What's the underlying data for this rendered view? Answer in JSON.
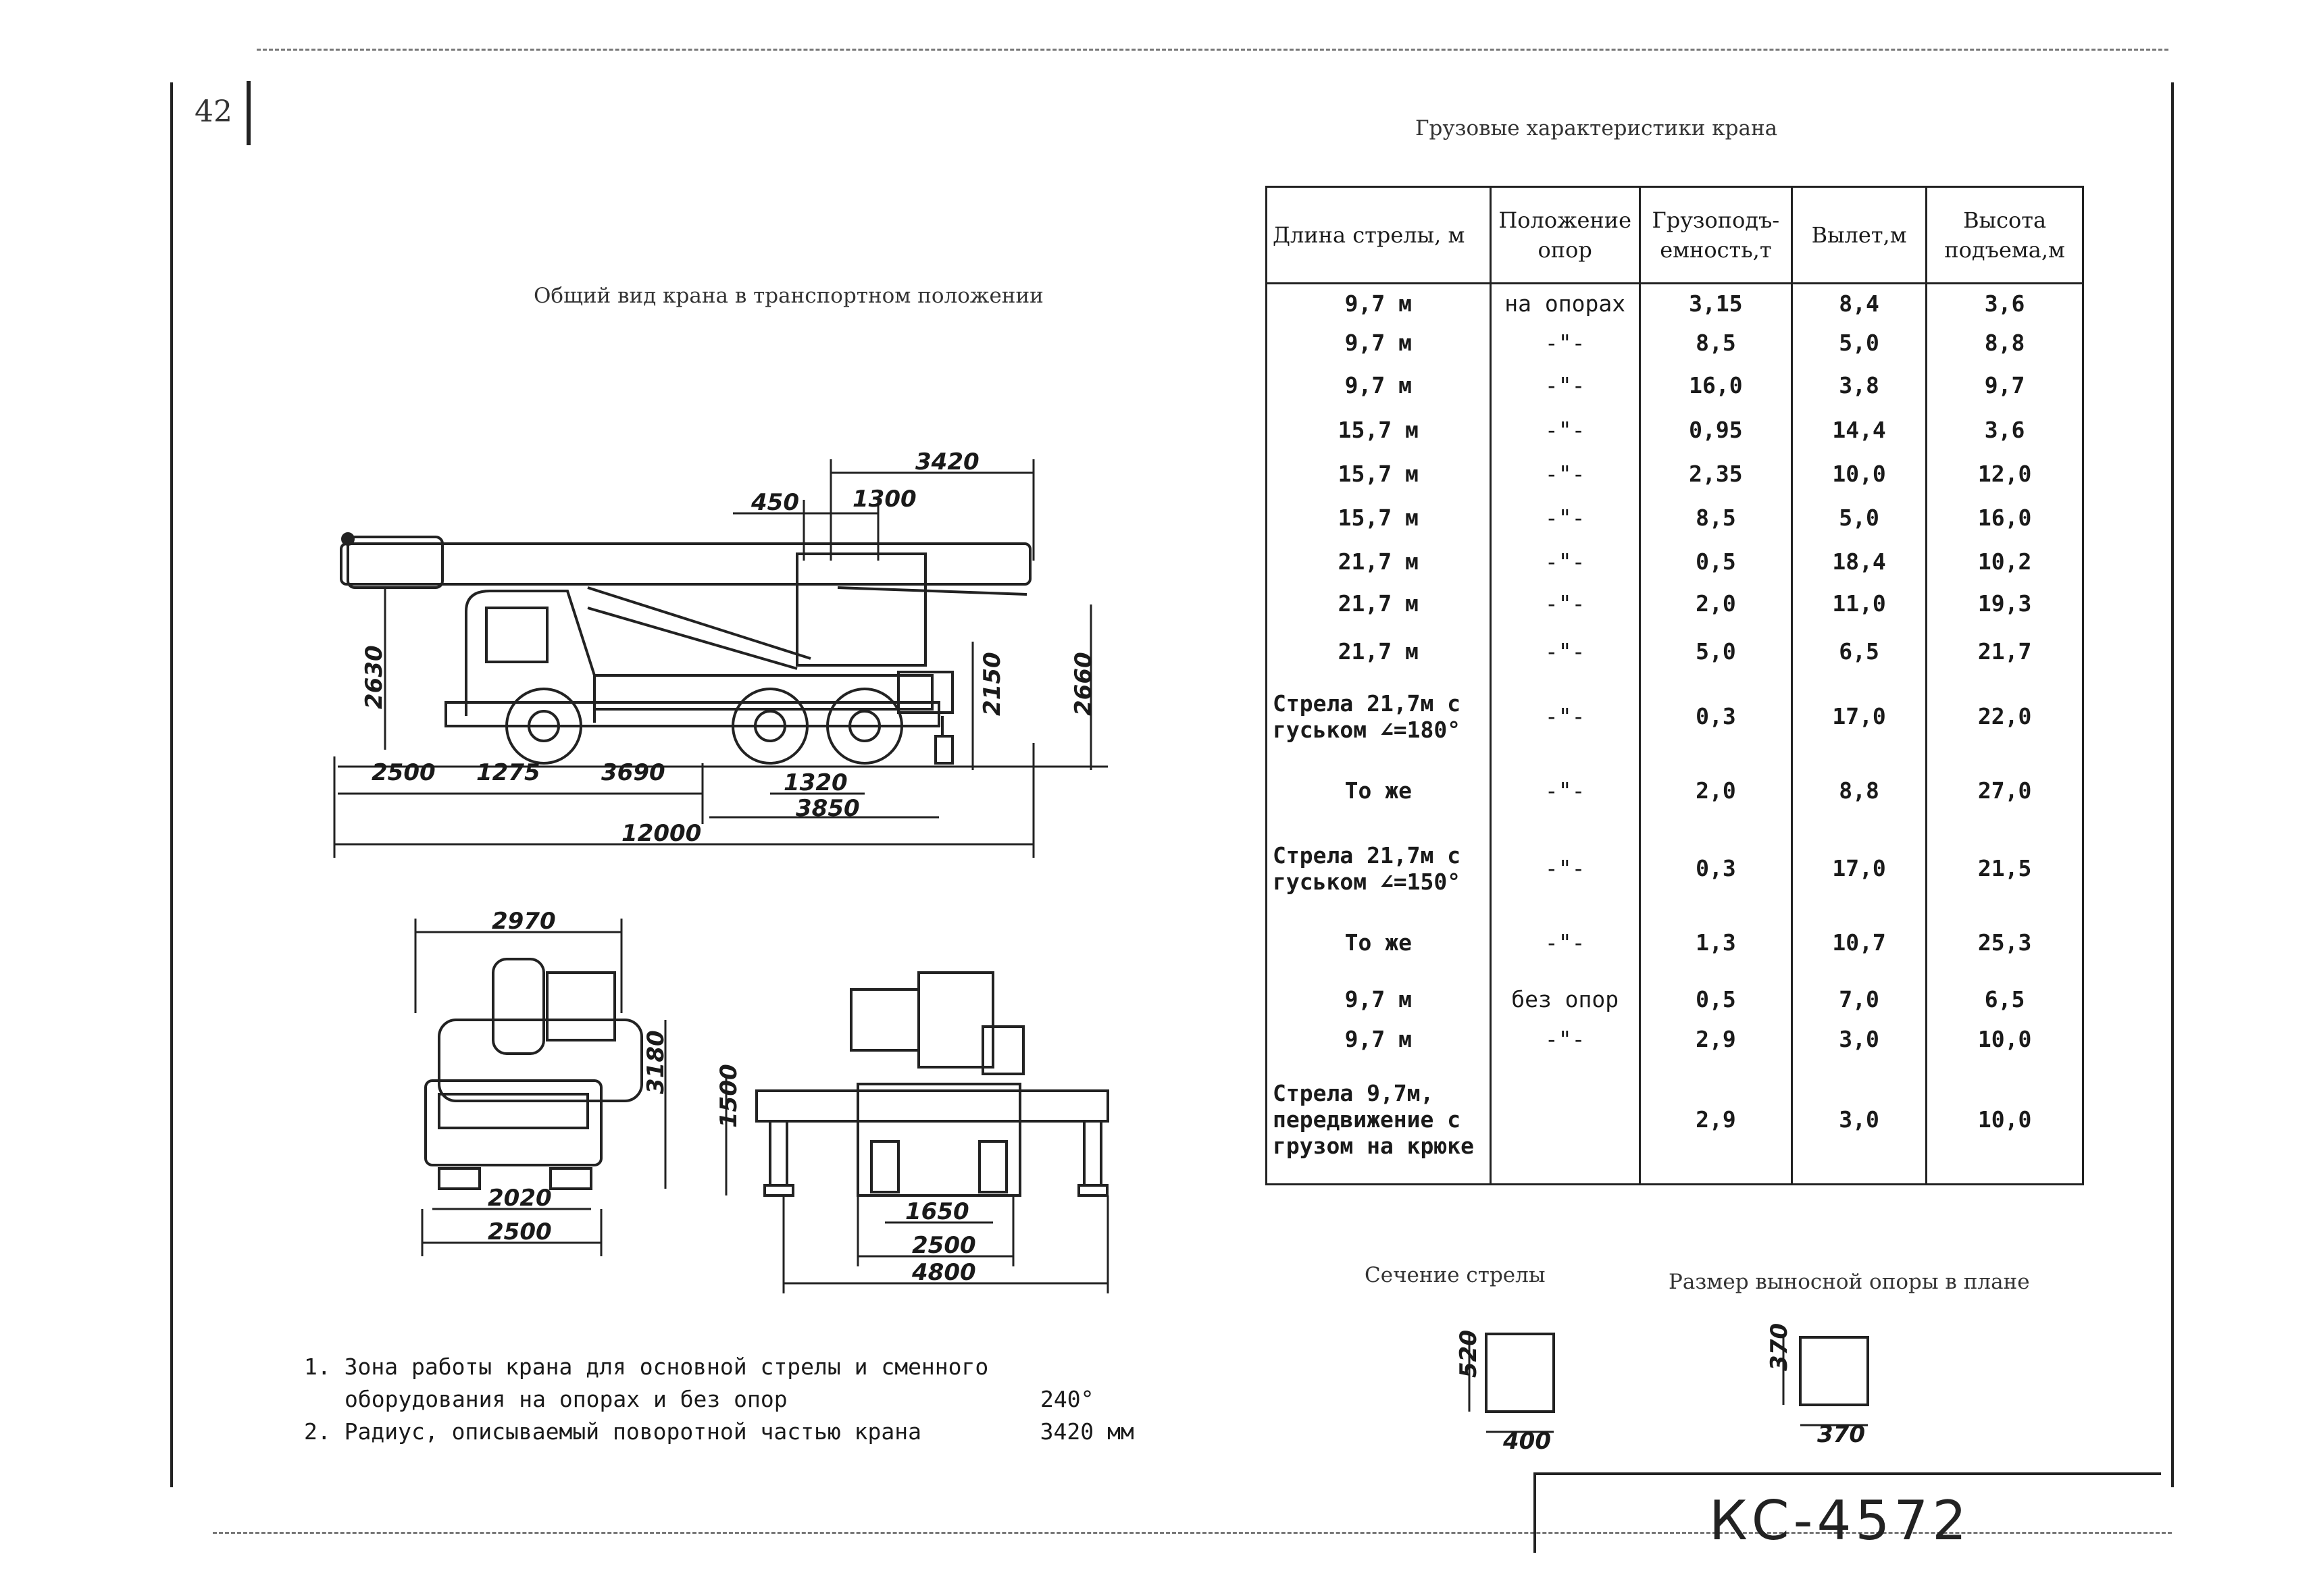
{
  "page_number": "42",
  "titles": {
    "load_chart": "Грузовые характеристики крана",
    "general_view": "Общий вид крана в транспортном положении",
    "boom_section": "Сечение стрелы",
    "outrigger_size": "Размер выносной опоры в плане"
  },
  "table": {
    "headers": [
      "Длина стрелы, м",
      "Положение опор",
      "Грузоподъ- емность,т",
      "Вылет,м",
      "Высота подъема,м"
    ],
    "rows": [
      [
        "9,7 м",
        "на опорах",
        "3,15",
        "8,4",
        "3,6"
      ],
      [
        "9,7 м",
        "-\"-",
        "8,5",
        "5,0",
        "8,8"
      ],
      [
        "9,7 м",
        "-\"-",
        "16,0",
        "3,8",
        "9,7"
      ],
      [
        "15,7 м",
        "-\"-",
        "0,95",
        "14,4",
        "3,6"
      ],
      [
        "15,7 м",
        "-\"-",
        "2,35",
        "10,0",
        "12,0"
      ],
      [
        "15,7 м",
        "-\"-",
        "8,5",
        "5,0",
        "16,0"
      ],
      [
        "21,7 м",
        "-\"-",
        "0,5",
        "18,4",
        "10,2"
      ],
      [
        "21,7 м",
        "-\"-",
        "2,0",
        "11,0",
        "19,3"
      ],
      [
        "21,7 м",
        "-\"-",
        "5,0",
        "6,5",
        "21,7"
      ],
      [
        "Стрела 21,7м с гуськом ∠=180°",
        "-\"-",
        "0,3",
        "17,0",
        "22,0"
      ],
      [
        "То же",
        "-\"-",
        "2,0",
        "8,8",
        "27,0"
      ],
      [
        "Стрела 21,7м с гуськом ∠=150°",
        "-\"-",
        "0,3",
        "17,0",
        "21,5"
      ],
      [
        "То же",
        "-\"-",
        "1,3",
        "10,7",
        "25,3"
      ],
      [
        "9,7 м",
        "без опор",
        "0,5",
        "7,0",
        "6,5"
      ],
      [
        "9,7 м",
        "-\"-",
        "2,9",
        "3,0",
        "10,0"
      ],
      [
        "Стрела 9,7м, передвижение с грузом на крюке",
        "",
        "2,9",
        "3,0",
        "10,0"
      ]
    ]
  },
  "dims": {
    "side_3420": "3420",
    "side_450": "450",
    "side_1300": "1300",
    "side_2630": "2630",
    "side_2150": "2150",
    "side_2660": "2660",
    "side_2500": "2500",
    "side_1275": "1275",
    "side_3690": "3690",
    "side_1320": "1320",
    "side_3850": "3850",
    "side_12000": "12000",
    "front_2970": "2970",
    "front_2020": "2020",
    "front_2500": "2500",
    "front_3180": "3180",
    "rear_1500": "1500",
    "rear_1650": "1650",
    "rear_2500": "2500",
    "rear_4800": "4800",
    "boom_520": "520",
    "boom_400": "400",
    "out_370a": "370",
    "out_370b": "370"
  },
  "notes": [
    {
      "num": "1.",
      "text": "Зона работы крана для основной стрелы и сменного",
      "text2": "оборудования на опорах и без опор",
      "value": "240°"
    },
    {
      "num": "2.",
      "text": "Радиус, описываемый поворотной частью крана",
      "value": "3420 мм"
    }
  ],
  "model": "КС-4572"
}
